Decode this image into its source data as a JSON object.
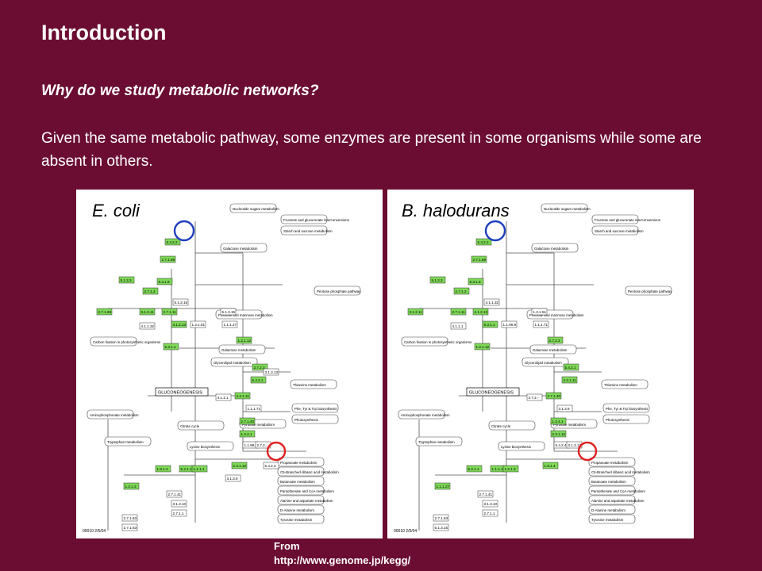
{
  "slide": {
    "title": "Introduction",
    "question": "Why do we study metabolic networks?",
    "body": "Given the same metabolic pathway, some enzymes are present in some organisms while some are absent in others.",
    "source_line1": "From",
    "source_line2": "http://www.genome.jp/kegg/"
  },
  "panels": [
    {
      "organism": "E. coli",
      "map_tag": "GLUCONEOGENESIS",
      "footer": "00010  2/5/04",
      "enzymes_green": [
        "5.4.2.2",
        "2.7.1.69",
        "5.1.3.3",
        "5.3.1.9",
        "2.7.1.2",
        "2.7.1.69",
        "3.1.3.11",
        "2.7.1.11",
        "4.1.2.13",
        "5.3.1.1",
        "1.2.1.12",
        "2.7.2.3",
        "5.4.2.1",
        "4.2.1.11",
        "2.7.1.40",
        "1.2.4.1",
        "2.3.1.12",
        "1.8.1.4",
        "6.2.1.1",
        "1.1.1.1",
        "1.2.1.3"
      ],
      "enzymes_white": [
        "2.7.1.41",
        "3.1.3.10",
        "2.7.1.1",
        "2.7.1.63",
        "2.7.1.63",
        "5.1.3.15",
        "5.1.3.15",
        "4.1.1.32",
        "1.1.1.27",
        "1.2.1.51",
        "4.1.1.1",
        "1.1.1.71",
        "1.1.99.8",
        "2.7.2.-",
        "3.1.3.9",
        "5.4.2.4",
        "3.1.3.13"
      ],
      "pathways": [
        "Nucleotide sugars metabolism",
        "Fructose and glucuronate interconversions",
        "Starch and sucrose metabolism",
        "Galactose metabolism",
        "Pentose phosphate pathway",
        "Fructose and mannose metabolism",
        "Carbon fixation in photosynthetic organisms",
        "Galactose metabolism",
        "Glycerolipid metabolism",
        "Thiamine metabolism",
        "Phe, Tyr & Trp biosynthesis",
        "Photosynthesis",
        "Aminophosphonate metabolism",
        "Citrate cycle",
        "Pyruvate metabolism",
        "Tryptophan metabolism",
        "Lysine biosynthesis",
        "Propanoate metabolism",
        "C5-Branched dibasic acid metabolism",
        "Butanoate metabolism",
        "Pantothenate and CoA metabolism",
        "Alanine and aspartate metabolism",
        "D-Alanine metabolism",
        "Tyrosine metabolism"
      ],
      "circles": [
        {
          "color": "#1f3fbf",
          "label": "2.7.1.41 / 3.1.3.10"
        },
        {
          "color": "#e02020",
          "label": "1.1.1.27"
        }
      ]
    },
    {
      "organism": "B. halodurans",
      "map_tag": "GLUCONEOGENESIS",
      "footer": "00010  2/5/04",
      "enzymes_green": [
        "5.4.2.2",
        "2.7.1.69",
        "5.1.3.3",
        "5.3.1.9",
        "2.7.1.2",
        "3.1.3.11",
        "2.7.1.11",
        "4.1.2.13",
        "5.3.1.1",
        "1.2.1.12",
        "2.7.2.3",
        "5.4.2.1",
        "4.2.1.11",
        "2.7.1.40",
        "1.2.4.1",
        "2.3.1.12",
        "1.8.1.4",
        "6.2.1.1",
        "1.1.1.1",
        "1.2.1.3",
        "1.1.1.27"
      ],
      "enzymes_white": [
        "2.7.1.41",
        "3.1.3.10",
        "2.7.1.1",
        "2.7.1.63",
        "5.1.3.15",
        "4.1.1.32",
        "1.2.1.51",
        "4.1.1.1",
        "1.1.1.71",
        "1.1.99.8",
        "2.7.2.-",
        "3.1.3.9",
        "5.4.2.4",
        "3.1.3.13"
      ],
      "pathways": [
        "Nucleotide sugars metabolism",
        "Fructose and glucuronate interconversions",
        "Starch and sucrose metabolism",
        "Galactose metabolism",
        "Pentose phosphate pathway",
        "Fructose and mannose metabolism",
        "Carbon fixation in photosynthetic organisms",
        "Galactose metabolism",
        "Glycerolipid metabolism",
        "Thiamine metabolism",
        "Phe, Tyr & Trp biosynthesis",
        "Photosynthesis",
        "Aminophosphonate metabolism",
        "Citrate cycle",
        "Pyruvate metabolism",
        "Tryptophan metabolism",
        "Lysine biosynthesis",
        "Propanoate metabolism",
        "C5-Branched dibasic acid metabolism",
        "Butanoate metabolism",
        "Pantothenate and CoA metabolism",
        "Alanine and aspartate metabolism",
        "D-Alanine metabolism",
        "Tyrosine metabolism"
      ],
      "circles": [
        {
          "color": "#1f3fbf",
          "label": "2.7.1.41 / 3.1.3.10"
        },
        {
          "color": "#e02020",
          "label": "1.1.1.27"
        }
      ]
    }
  ],
  "colors": {
    "background": "#6b0d33",
    "enzyme_green": "#7ed957",
    "circle_blue": "#1f3fbf",
    "circle_red": "#e02020"
  }
}
